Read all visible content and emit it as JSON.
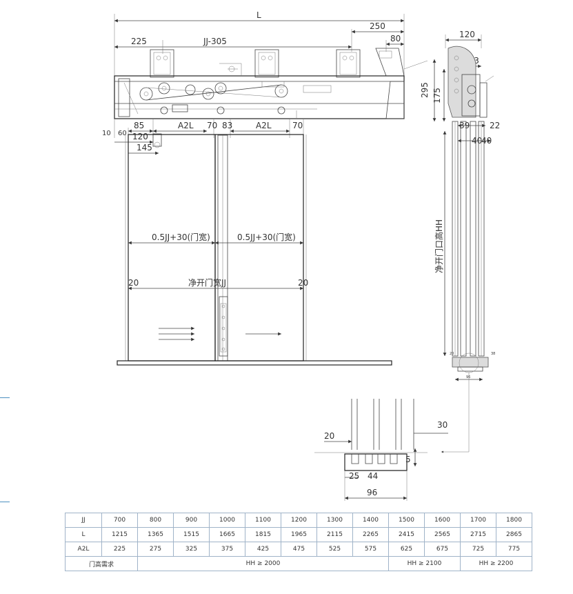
{
  "dimensions": {
    "L": "L",
    "d225": "225",
    "jj305": "JJ-305",
    "d250": "250",
    "d80": "80",
    "d120_side": "120",
    "d103": "103",
    "d295": "295",
    "d175": "175",
    "d10": "10",
    "d60": "60",
    "d85_left": "85",
    "a2l_left": "A2L",
    "d70_mid": "70",
    "d83": "83",
    "a2l_right": "A2L",
    "d70_right": "70",
    "d39": "39",
    "d22": "22",
    "d40a": "40",
    "d40b": "40",
    "d120_low": "120",
    "d145": "145",
    "half_left": "0.5JJ+30(门宽)",
    "half_right": "0.5JJ+30(门宽)",
    "d20_left": "20",
    "d20_right": "20",
    "clear_width": "净开门宽JJ",
    "clear_height": "净开门口高HH",
    "detail_20": "20",
    "detail_30": "30",
    "detail_5": "5",
    "detail_25": "25",
    "detail_44": "44",
    "detail_96": "96",
    "side_96": "96",
    "side_20": "20",
    "side_38": "38"
  },
  "table": {
    "header_row": [
      "JJ",
      "700",
      "800",
      "900",
      "1000",
      "1100",
      "1200",
      "1300",
      "1400",
      "1500",
      "1600",
      "1700",
      "1800"
    ],
    "row_L": [
      "L",
      "1215",
      "1365",
      "1515",
      "1665",
      "1815",
      "1965",
      "2115",
      "2265",
      "2415",
      "2565",
      "2715",
      "2865"
    ],
    "row_A2L": [
      "A2L",
      "225",
      "275",
      "325",
      "375",
      "425",
      "475",
      "525",
      "575",
      "625",
      "675",
      "725",
      "775"
    ],
    "door_height_label": "门高需求",
    "hh_2000": "HH ≥ 2000",
    "hh_2100": "HH ≥ 2100",
    "hh_2200": "HH ≥ 2200"
  }
}
